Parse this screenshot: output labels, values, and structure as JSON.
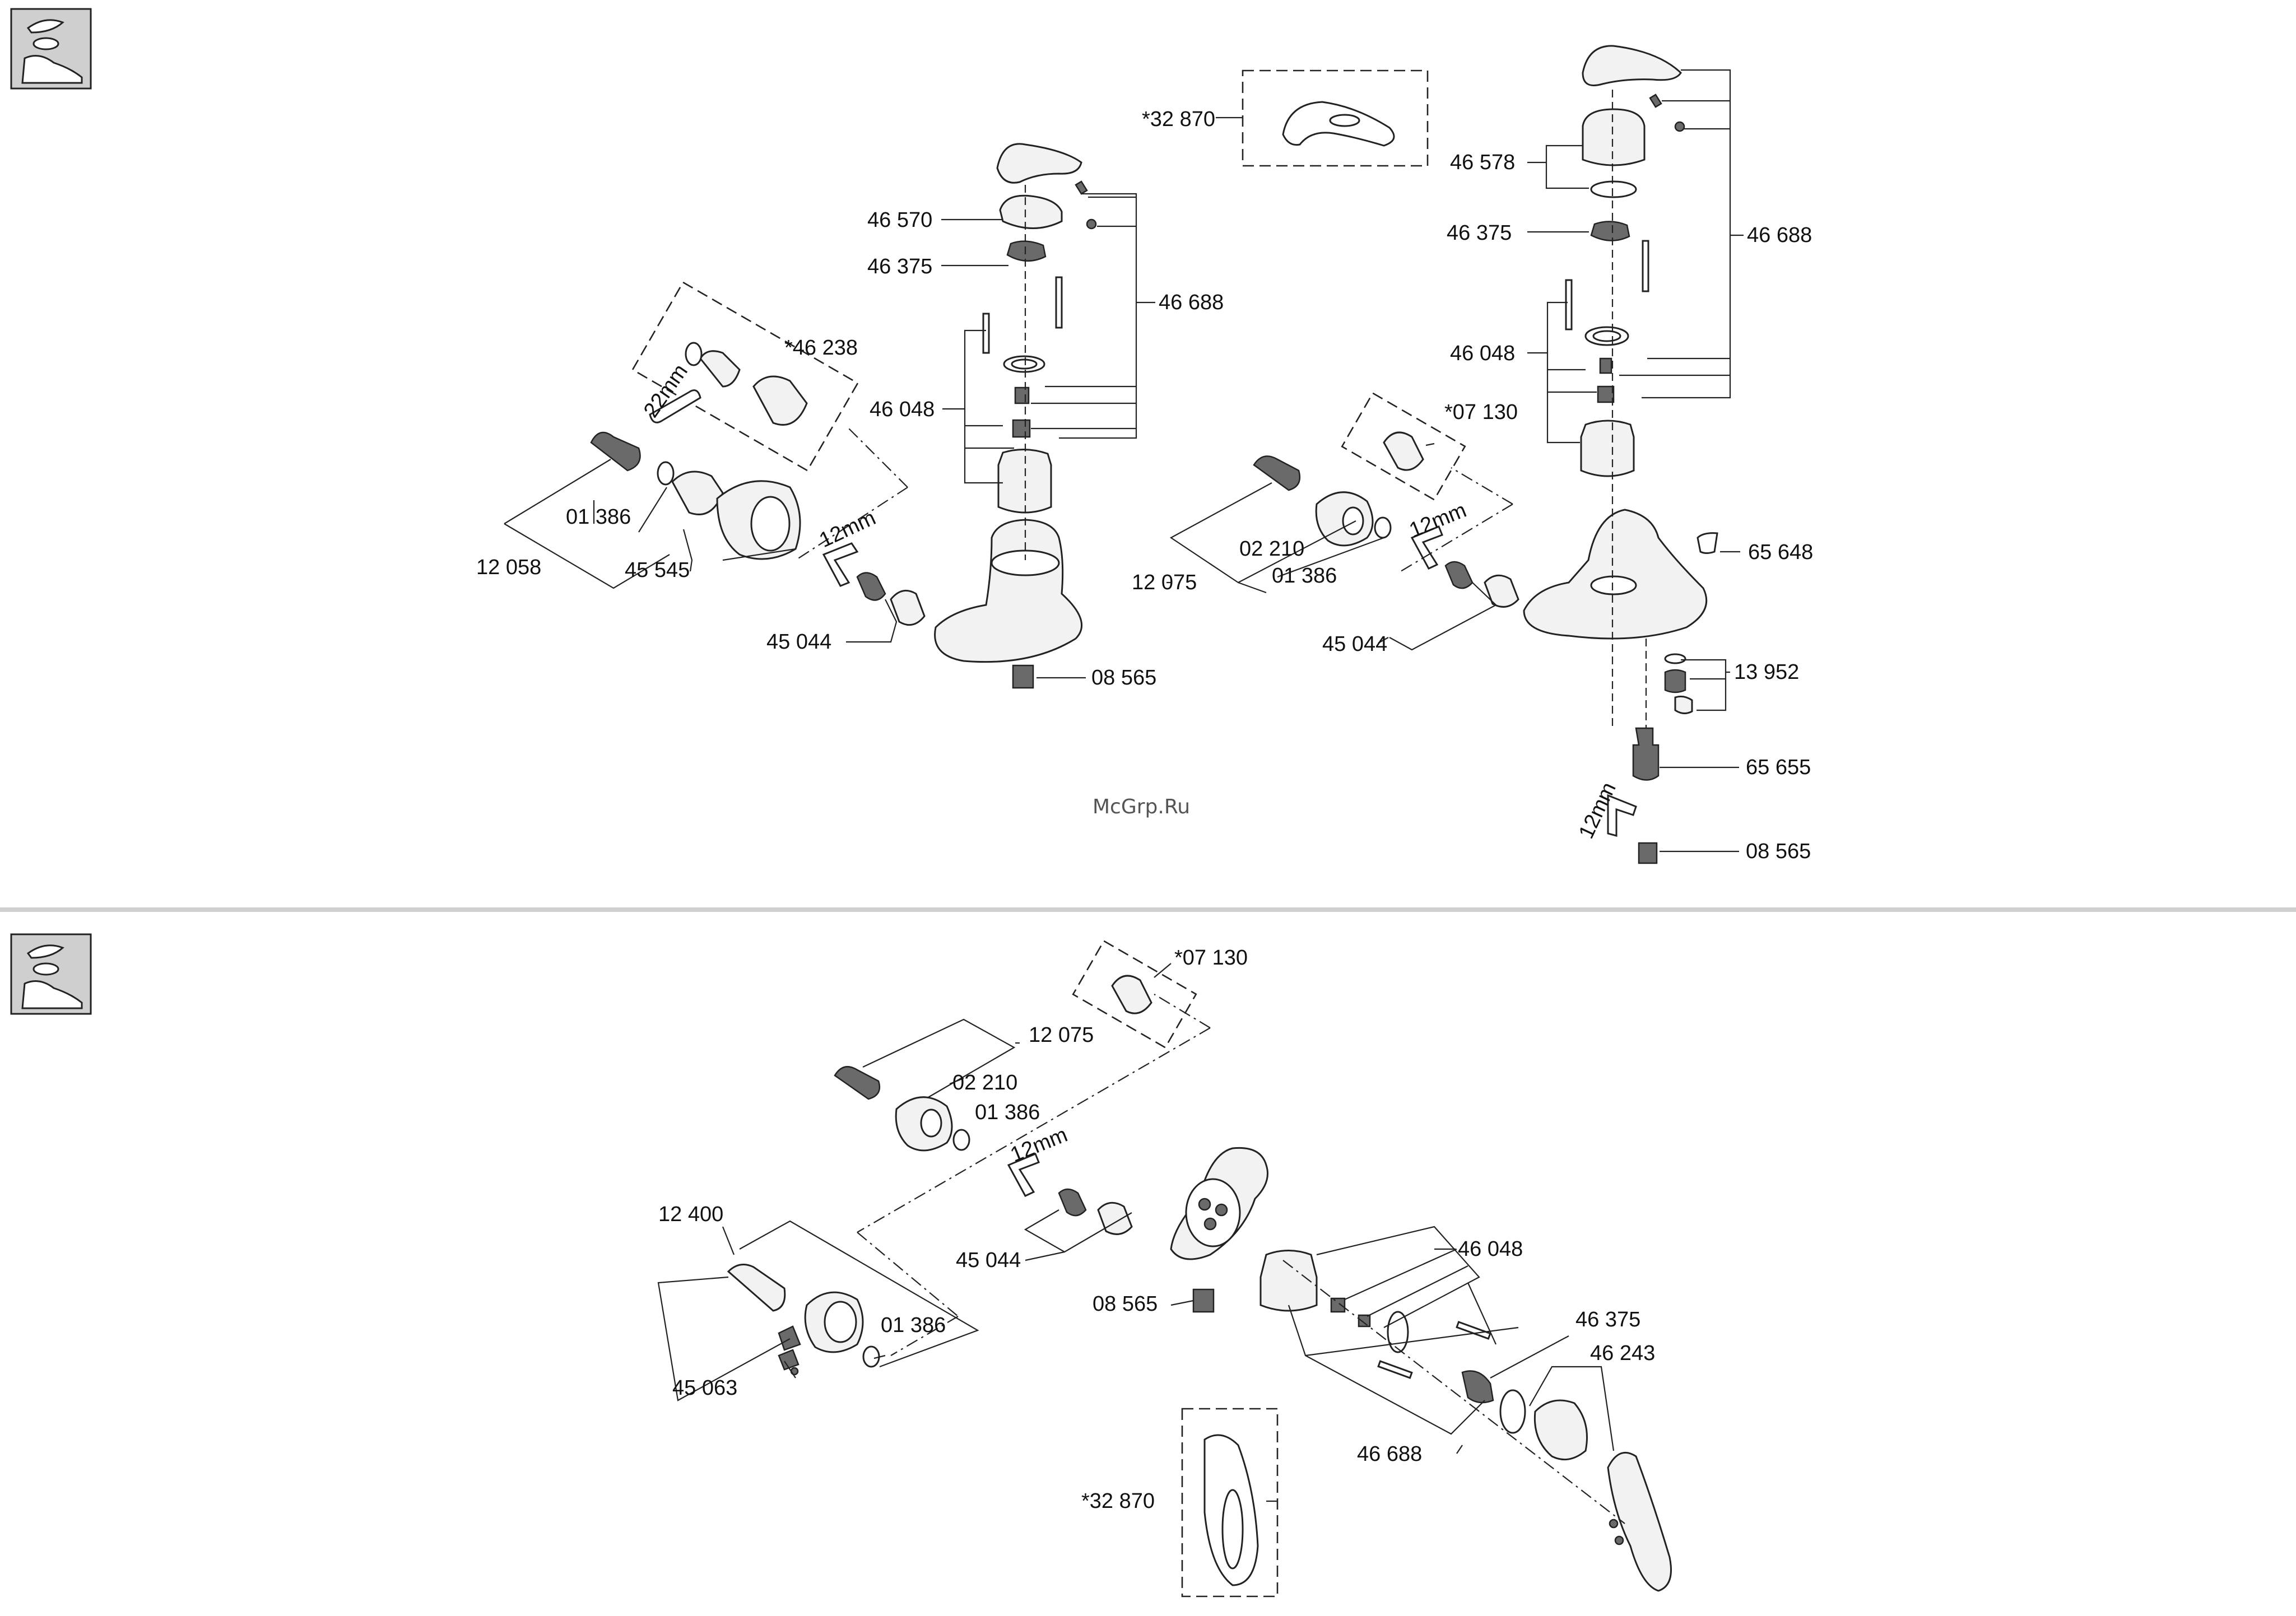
{
  "watermark": "McGrp.Ru",
  "icons": {
    "top": "mixer-type-icon",
    "bottom": "mixer-type-icon"
  },
  "labels": {
    "a_32870": "*32 870",
    "a_46570": "46 570",
    "a_46375": "46 375",
    "a_46688": "46 688",
    "a_46238": "*46 238",
    "a_46048": "46 048",
    "a_01386": "01 386",
    "a_12058": "12 058",
    "a_45545": "45 545",
    "a_12mm": "12mm",
    "a_22mm": "22mm",
    "a_45044": "45 044",
    "a_08565": "08 565",
    "b_46578": "46 578",
    "b_46375": "46 375",
    "b_46688": "46 688",
    "b_46048": "46 048",
    "b_07130": "*07 130",
    "b_02210": "02 210",
    "b_12075": "12 075",
    "b_01386": "01 386",
    "b_12mm": "12mm",
    "b_65648": "65 648",
    "b_45044": "45 044",
    "b_13952": "13 952",
    "b_65655": "65 655",
    "b_12mm2": "12mm",
    "b_08565": "08 565",
    "c_07130": "*07 130",
    "c_12075": "12 075",
    "c_02210": "02 210",
    "c_01386": "01 386",
    "c_12400": "12 400",
    "c_12mm": "12mm",
    "c_45044": "45 044",
    "c_46048": "46 048",
    "c_08565": "08 565",
    "c_01386b": "01 386",
    "c_46375": "46 375",
    "c_46243": "46 243",
    "c_45063": "45 063",
    "c_46688": "46 688",
    "c_32870": "*32 870"
  }
}
